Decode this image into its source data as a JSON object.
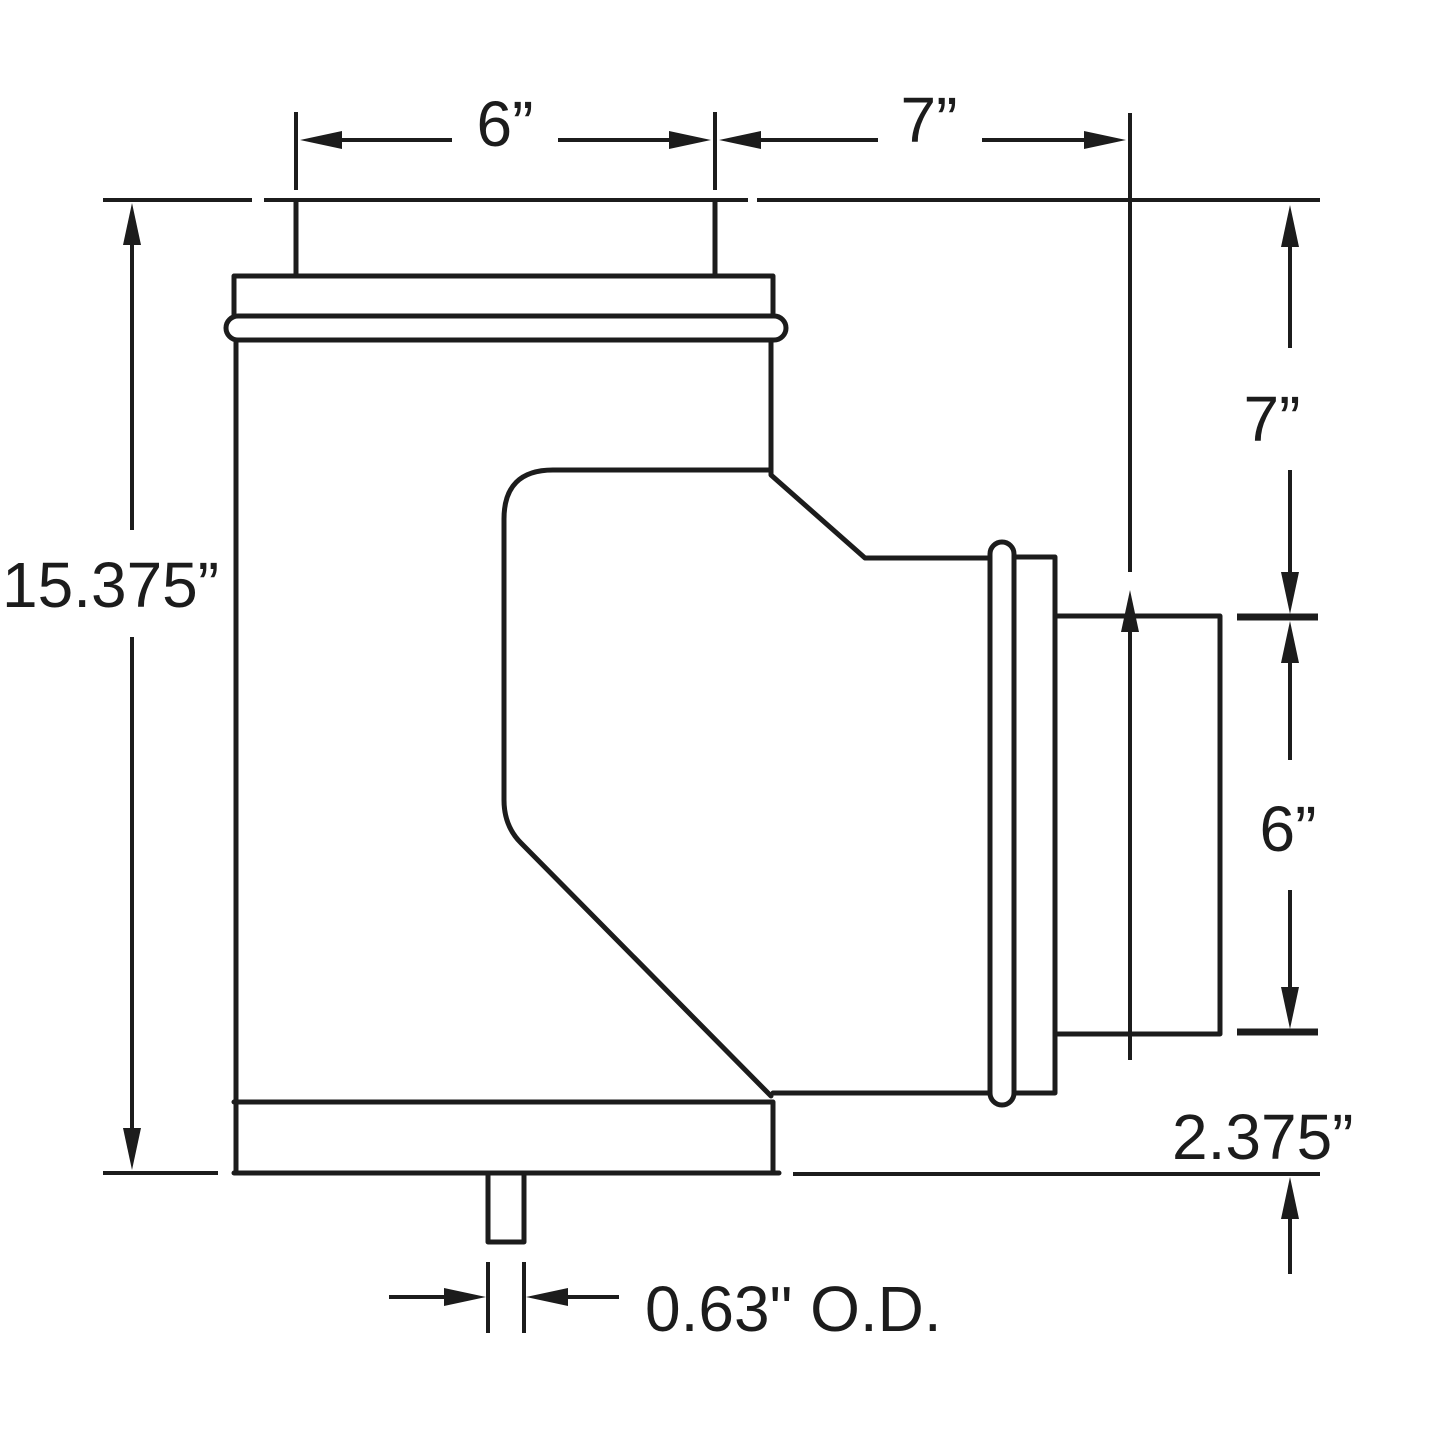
{
  "drawing": {
    "colors": {
      "line": "#1c1c1c",
      "background": "#ffffff"
    },
    "labels": {
      "top_width": "6”",
      "top_offset": "7”",
      "overall_height": "15.375”",
      "branch_top_offset": "7”",
      "branch_opening": "6”",
      "branch_bottom_offset": "2.375”",
      "drain_outer_diameter": "0.63\" O.D."
    }
  }
}
